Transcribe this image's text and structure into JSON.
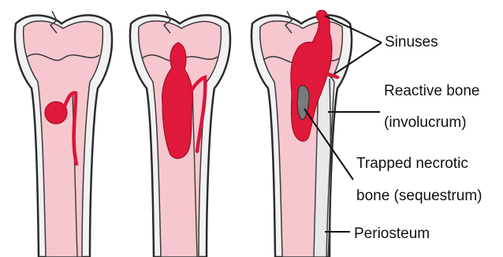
{
  "labels": {
    "sinuses": "Sinuses",
    "reactive_bone_1": "Reactive bone",
    "reactive_bone_2": "(involucrum)",
    "necrotic_1": "Trapped necrotic",
    "necrotic_2": "bone (sequestrum)",
    "periosteum": "Periosteum"
  },
  "colors": {
    "pus": "#e0193a",
    "marrow": "#f6c7cf",
    "bone": "#f2f2f2"
  }
}
